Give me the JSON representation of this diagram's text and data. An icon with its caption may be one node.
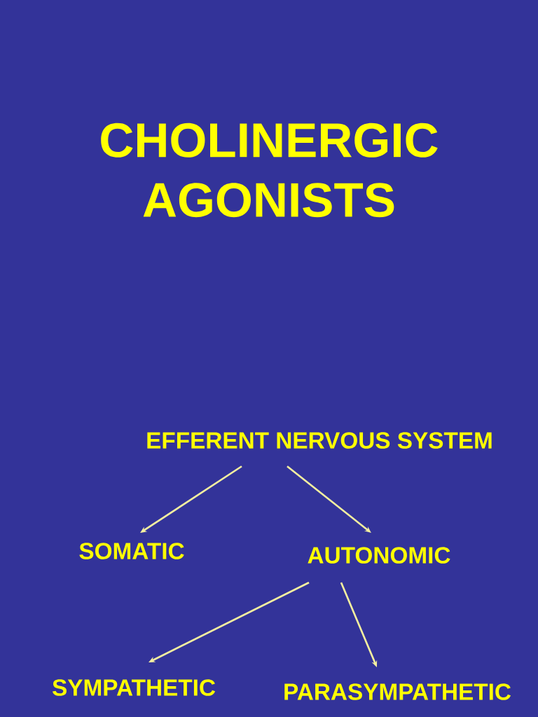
{
  "diagram": {
    "title": "CHOLINERGIC AGONISTS",
    "nodes": [
      {
        "text": [
          "EFFERENT NERVOUS SYSTEM"
        ]
      },
      {
        "text": [
          "SOMATIC"
        ]
      },
      {
        "text": [
          "AUTONOMIC"
        ]
      },
      {
        "text": [
          "SYMPATHETIC"
        ]
      },
      {
        "text": [
          "PARASYMPATHETIC"
        ]
      }
    ],
    "edges": [
      {
        "from": 0,
        "to": 1,
        "arrow": "to"
      },
      {
        "from": 0,
        "to": 2,
        "arrow": "to"
      },
      {
        "from": 2,
        "to": 3,
        "arrow": "to"
      },
      {
        "from": 2,
        "to": 4,
        "arrow": "to"
      }
    ]
  }
}
